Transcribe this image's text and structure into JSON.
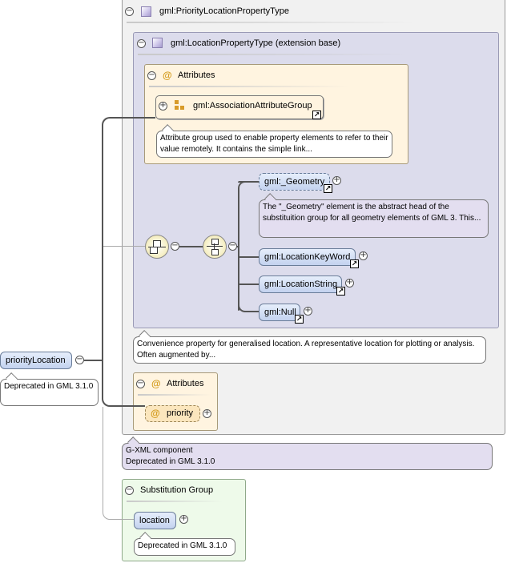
{
  "colors": {
    "outer_bg": "#f1f1f1",
    "ext_bg": "#dcdcec",
    "attr_bg": "#fff4e0",
    "subst_bg": "#eefaea",
    "pill": "#c3d2ef",
    "note_lavender": "#e3def0",
    "attr_symbol": "#d39a1a"
  },
  "outer_type": {
    "label": "gml:PriorityLocationPropertyType",
    "toggle": "−"
  },
  "extension": {
    "label": "gml:LocationPropertyType (extension base)",
    "toggle": "−"
  },
  "inner_attributes": {
    "symbol": "@",
    "label": "Attributes",
    "toggle": "−",
    "group": {
      "label": "gml:AssociationAttributeGroup",
      "toggle": "+",
      "link_icon": "↗",
      "note": "Attribute group used to enable property elements to refer to their value remotely. It contains the simple link..."
    }
  },
  "choice": {
    "toggles": [
      "−",
      "−"
    ],
    "elements": [
      {
        "label": "gml:_Geometry",
        "expand": "+",
        "link_icon": "↗",
        "note": "The \"_Geometry\" element is the abstract head of the substituition group for all geometry elements of GML 3. This..."
      },
      {
        "label": "gml:LocationKeyWord",
        "expand": "+",
        "link_icon": "↗"
      },
      {
        "label": "gml:LocationString",
        "expand": "+",
        "link_icon": "↗"
      },
      {
        "label": "gml:Null",
        "expand": "+",
        "link_icon": "↗"
      }
    ]
  },
  "type_note": "Convenience property for generalised location. A representative location for plotting or analysis. Often augmented by...",
  "outer_attributes": {
    "symbol": "@",
    "label": "Attributes",
    "toggle": "−",
    "item": {
      "symbol": "@",
      "label": "priority",
      "expand": "+"
    }
  },
  "component_note": {
    "line1": "G-XML component",
    "line2": "Deprecated in GML 3.1.0"
  },
  "root": {
    "label": "priorityLocation",
    "toggle": "−",
    "note": "Deprecated in GML 3.1.0"
  },
  "substitution_group": {
    "label": "Substitution Group",
    "toggle": "−",
    "element": {
      "label": "location",
      "expand": "+"
    },
    "note": "Deprecated in GML 3.1.0"
  }
}
